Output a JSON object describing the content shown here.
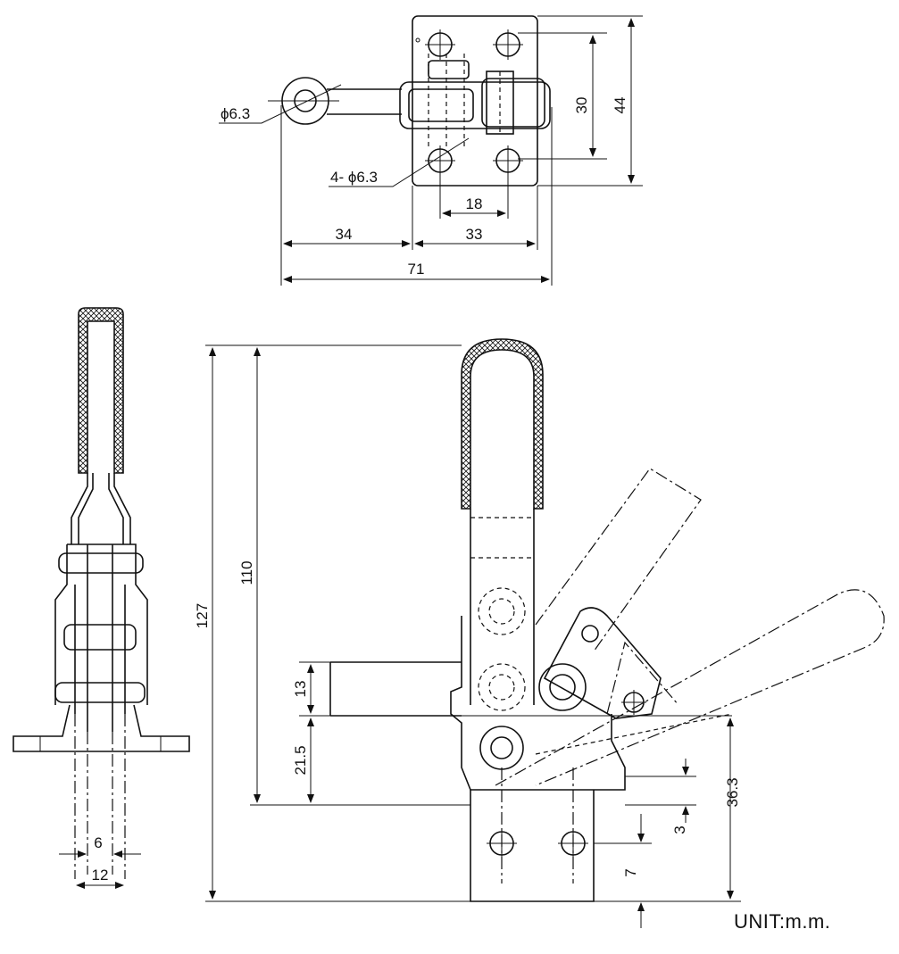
{
  "top_view": {
    "eye_hole": "ϕ6.3",
    "base_holes": "4- ϕ6.3",
    "dim_hole_pitch_vertical": "30",
    "dim_base_height": "44",
    "dim_hole_pitch_horizontal": "18",
    "dim_arm_reach": "34",
    "dim_base_width": "33",
    "dim_overall_length": "71"
  },
  "side_view": {
    "dim_overall_height": "127",
    "dim_handle_height": "110",
    "dim_spindle_block": "13",
    "dim_pivot_height": "21.5",
    "dim_clamp_height": "36.3",
    "dim_base_thickness": "3",
    "dim_hole_offset": "7"
  },
  "front_view": {
    "dim_inner_width": "6",
    "dim_outer_width": "12"
  },
  "unit_label": "UNIT:m.m."
}
